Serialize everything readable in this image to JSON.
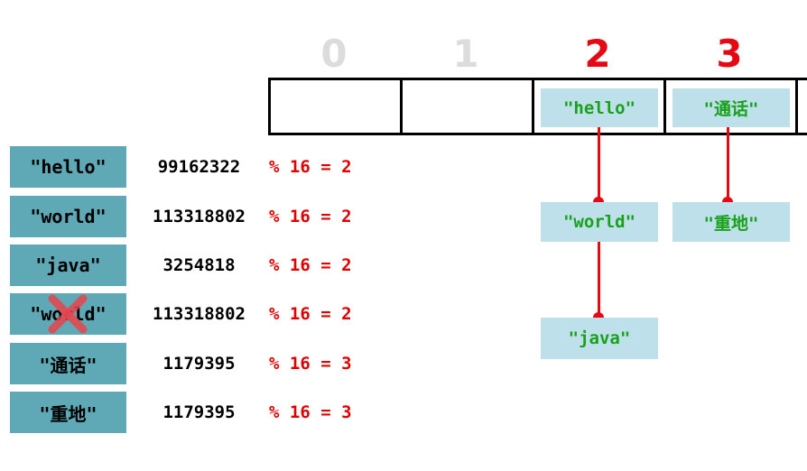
{
  "indices": [
    "0",
    "1",
    "2",
    "3"
  ],
  "buckets": {
    "2": {
      "head": "\"hello\"",
      "chain": [
        "\"world\"",
        "\"java\""
      ]
    },
    "3": {
      "head": "\"通话\"",
      "chain": [
        "\"重地\""
      ]
    }
  },
  "rows": [
    {
      "key": "\"hello\"",
      "hash": "99162322",
      "mod": "% 16 = 2"
    },
    {
      "key": "\"world\"",
      "hash": "113318802",
      "mod": "% 16 = 2"
    },
    {
      "key": "\"java\"",
      "hash": "3254818",
      "mod": "% 16 = 2"
    },
    {
      "key": "\"world\"",
      "hash": "113318802",
      "mod": "% 16 = 2",
      "crossed_out": true
    },
    {
      "key": "\"通话\"",
      "hash": "1179395",
      "mod": "% 16 = 3"
    },
    {
      "key": "\"重地\"",
      "hash": "1179395",
      "mod": "% 16 = 3"
    }
  ],
  "colors": {
    "key_box": "#5fa9b6",
    "node_box": "#bde0ea",
    "node_text": "#1aa11a",
    "highlight": "#e50914",
    "dim_index": "#dcdcdc"
  }
}
